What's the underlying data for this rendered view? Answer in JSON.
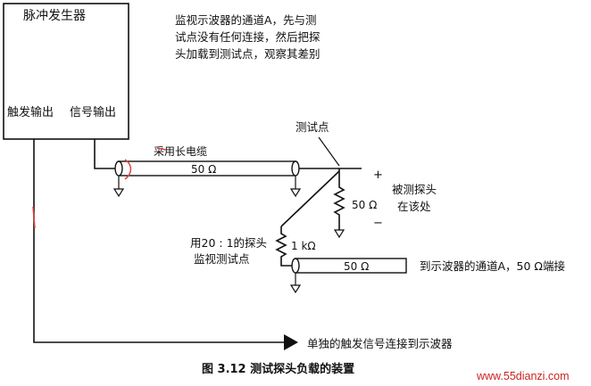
{
  "generator": {
    "title": "脉冲发生器",
    "trigger_out": "触发输出",
    "signal_out": "信号输出"
  },
  "note": {
    "lines": [
      "监视示波器的通道A，先与测",
      "试点没有任何连接，然后把探",
      "头加载到测试点，观察其差别"
    ]
  },
  "labels": {
    "test_point": "测试点",
    "long_cable": "采用长电缆",
    "cable1_impedance": "50 Ω",
    "cable2_impedance": "50 Ω",
    "plus": "+",
    "minus": "−",
    "resistor_50": "50 Ω",
    "probe_under_test_1": "被测探头",
    "probe_under_test_2": "在该处",
    "probe_20_1_line1": "用20 : 1的探头",
    "probe_20_1_line2": "监视测试点",
    "resistor_1k": "1 kΩ",
    "to_scope_channel_a": "到示波器的通道A，50 Ω端接",
    "separate_trigger": "单独的触发信号连接到示波器"
  },
  "caption": "图 3.12    测试探头负载的装置",
  "watermark": "www.55dianzi.com",
  "colors": {
    "line": "#111111",
    "pencil_mark": "#dd4444",
    "watermark": "#cc2222"
  }
}
